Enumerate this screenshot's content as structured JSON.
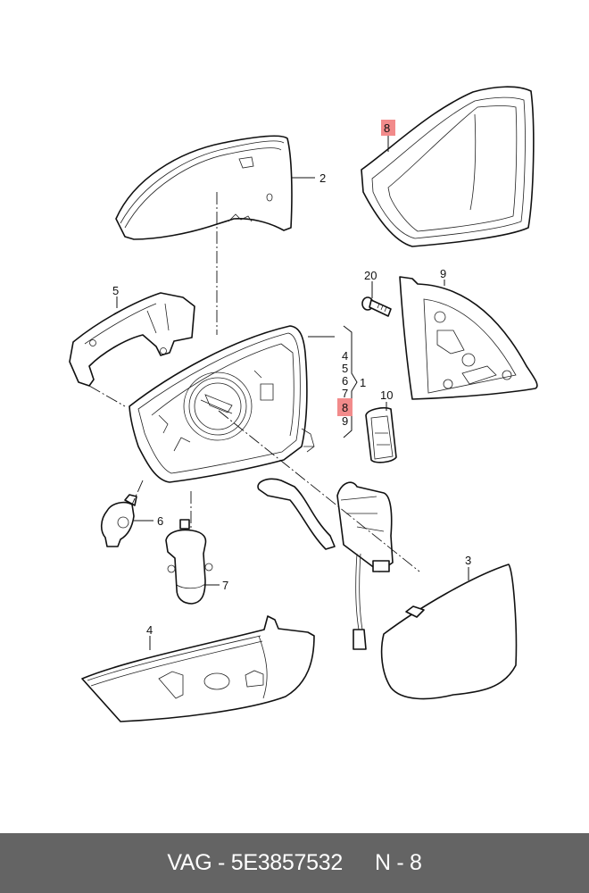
{
  "diagram": {
    "title": "Exterior mirror exploded view",
    "highlight_color": "#f28b8b",
    "callouts": [
      {
        "id": "callout-1",
        "label": "1"
      },
      {
        "id": "callout-2",
        "label": "2"
      },
      {
        "id": "callout-3",
        "label": "3"
      },
      {
        "id": "callout-4",
        "label": "4"
      },
      {
        "id": "callout-5",
        "label": "5"
      },
      {
        "id": "callout-6",
        "label": "6"
      },
      {
        "id": "callout-7",
        "label": "7"
      },
      {
        "id": "callout-8-top",
        "label": "8",
        "highlighted": true
      },
      {
        "id": "callout-9",
        "label": "9"
      },
      {
        "id": "callout-10",
        "label": "10"
      },
      {
        "id": "callout-20",
        "label": "20"
      }
    ],
    "group_list": {
      "items": [
        "4",
        "5",
        "6",
        "7",
        "8",
        "9"
      ],
      "highlighted_item": "8",
      "group_label": "1"
    }
  },
  "footer": {
    "brand": "VAG",
    "separator": "-",
    "part_number": "5E3857532",
    "position_prefix": "N",
    "position_number": "8",
    "background_color": "#646464"
  }
}
